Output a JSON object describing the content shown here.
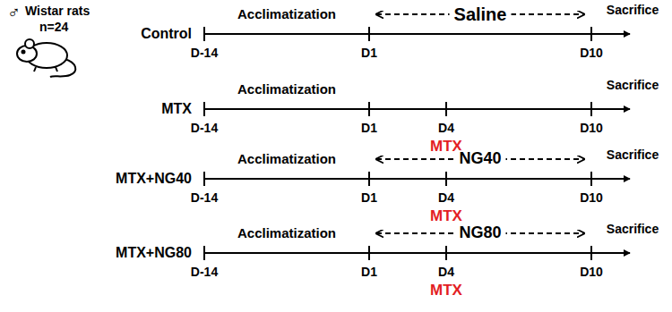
{
  "diagram": {
    "labels": [
      "♂",
      "Wistar rats",
      "n=24",
      "Control",
      "Acclimatization",
      "Saline",
      "Sacrifice",
      "D-14",
      "D1",
      "D10",
      "MTX",
      "Acclimatization",
      "Sacrifice",
      "D-14",
      "D1",
      "D4",
      "D10",
      "MTX",
      "MTX+NG40",
      "Acclimatization",
      "NG40",
      "Sacrifice",
      "D-14",
      "D1",
      "D4",
      "D10",
      "MTX",
      "MTX+NG80",
      "Acclimatization",
      "NG80",
      "Sacrifice",
      "D-14",
      "D1",
      "D4",
      "D10",
      "MTX"
    ]
  }
}
